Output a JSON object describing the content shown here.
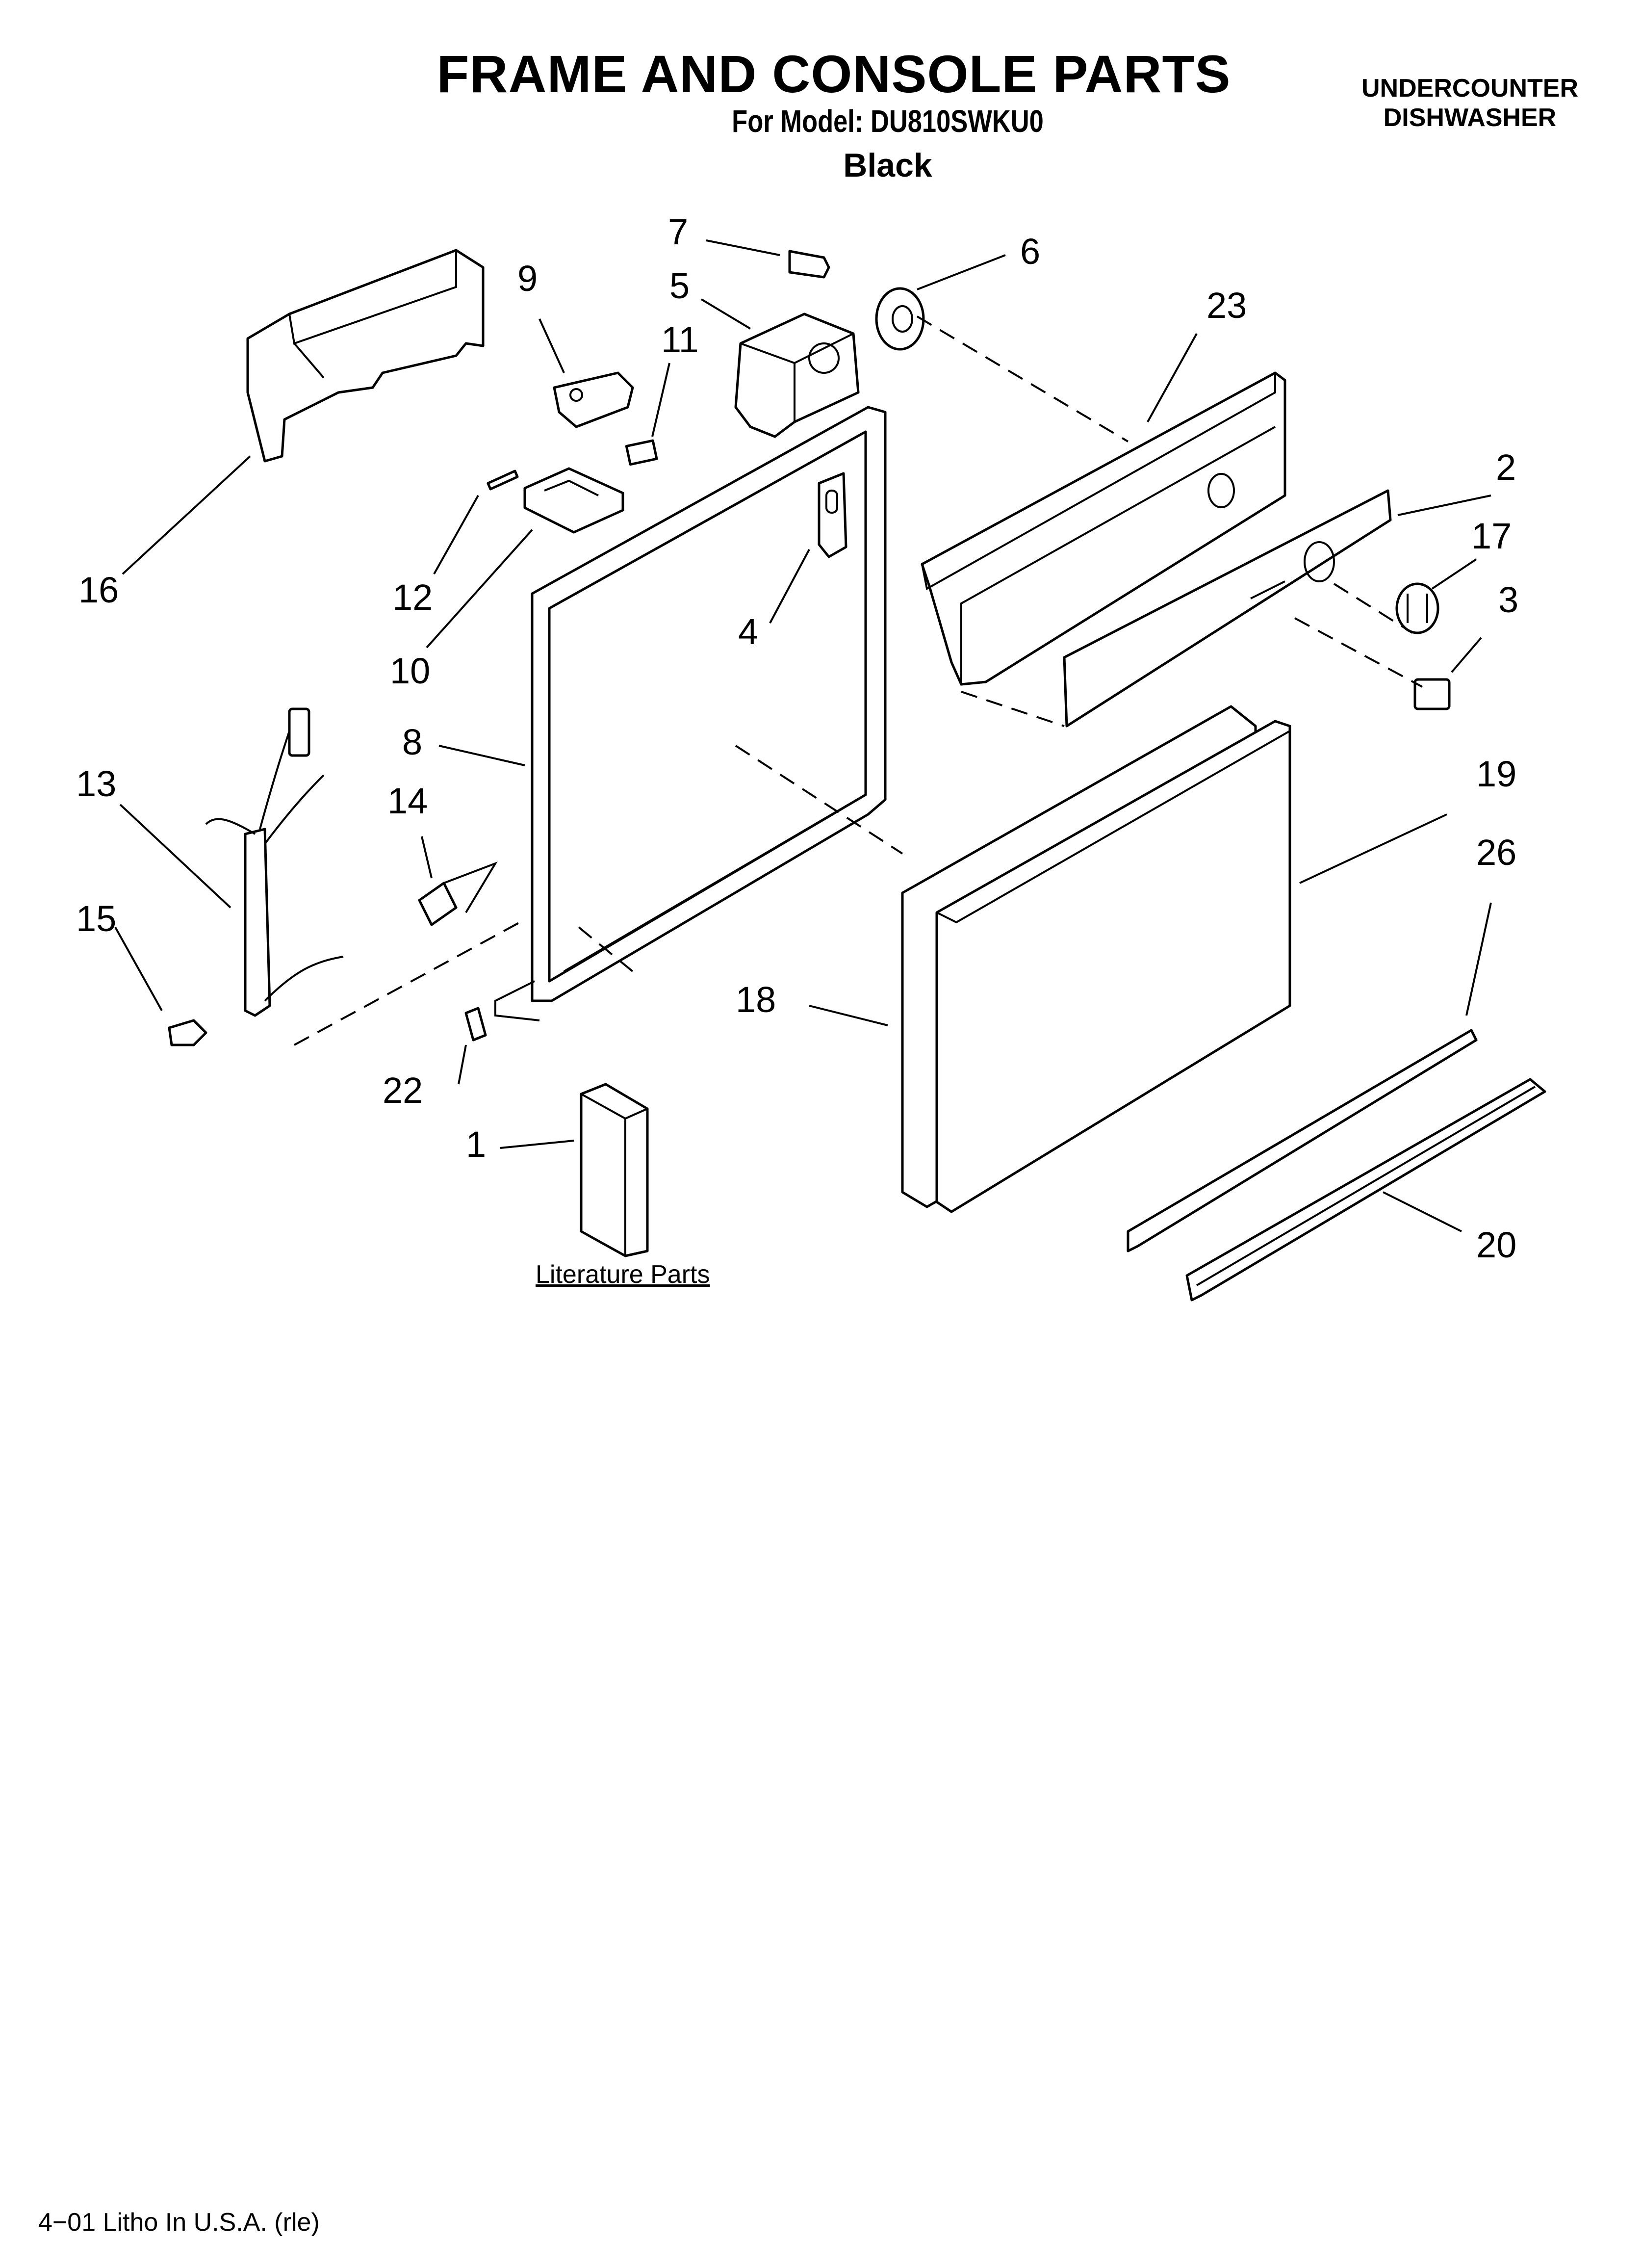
{
  "header": {
    "title": "FRAME AND CONSOLE PARTS",
    "model_line": "For Model: DU810SWKU0",
    "variant": "Black",
    "product_type_line1": "UNDERCOUNTER",
    "product_type_line2": "DISHWASHER"
  },
  "callouts": {
    "c1": "1",
    "c2": "2",
    "c3": "3",
    "c4": "4",
    "c5": "5",
    "c6": "6",
    "c7": "7",
    "c8": "8",
    "c9": "9",
    "c10": "10",
    "c11": "11",
    "c12": "12",
    "c13": "13",
    "c14": "14",
    "c15": "15",
    "c16": "16",
    "c17": "17",
    "c18": "18",
    "c19": "19",
    "c20": "20",
    "c22": "22",
    "c23": "23",
    "c26": "26"
  },
  "literature": {
    "label": "Literature Parts"
  },
  "footer": {
    "text": "4−01 Litho In U.S.A. (rle)"
  }
}
